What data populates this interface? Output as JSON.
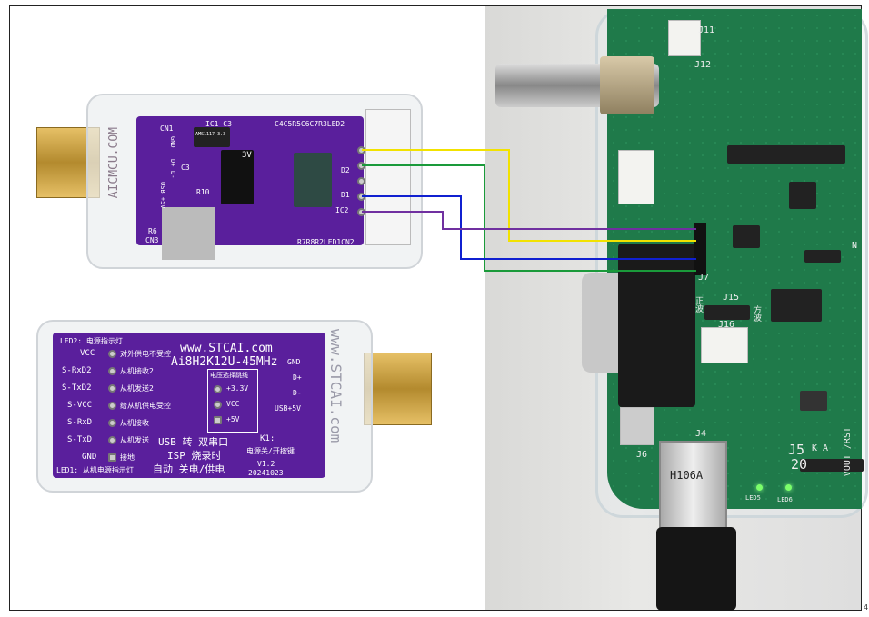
{
  "top_board": {
    "labels": {
      "cn1": "CN1",
      "gnd": "GND",
      "dplus": "D+",
      "dminus": "D-",
      "usb5v": "USB +5V",
      "c3": "C3",
      "ic1c3": "IC1 C3",
      "caps": "C4C5R5C6C7R3LED2",
      "ams": "AMS1117-3.3",
      "r10": "R10",
      "r6": "R6",
      "cn3": "CN3",
      "d2": "D2",
      "d1": "D1",
      "ic2": "IC2",
      "bottom": "R7R8R2LED1CN2",
      "v3": "3V",
      "side_url": "AICMCU.COM"
    }
  },
  "bottom_board": {
    "url": "www.STCAI.com",
    "model": "Ai8H2K12U-45MHz",
    "led2": "LED2: 电源指示灯",
    "led1": "LED1: 从机电源指示灯",
    "left_pins": [
      {
        "name": "VCC",
        "desc": "对外供电不受控"
      },
      {
        "name": "S-RxD2",
        "desc": "从机接收2"
      },
      {
        "name": "S-TxD2",
        "desc": "从机发送2"
      },
      {
        "name": "S-VCC",
        "desc": "给从机供电受控"
      },
      {
        "name": "S-RxD",
        "desc": "从机接收"
      },
      {
        "name": "S-TxD",
        "desc": "从机发送"
      },
      {
        "name": "GND",
        "desc": "接地"
      }
    ],
    "voltage_title": "电压选择跳线",
    "voltage_opts": [
      "+3.3V",
      "VCC",
      "+5V"
    ],
    "right_pins": [
      "GND",
      "D+",
      "D-",
      "USB+5V"
    ],
    "title_lines": [
      "USB 转 双串口",
      "ISP 烧录时",
      "自动 关电/供电"
    ],
    "k1": "K1:",
    "k1_desc": "电源关/开按键",
    "version": "V1.2",
    "date": "20241023",
    "side_url": "www.STCAI.com"
  },
  "right_board": {
    "labels": {
      "j15": "J15",
      "j16": "J16",
      "j7": "J7",
      "j4": "J4",
      "j6": "J6",
      "j5": "J5",
      "ka": "K A",
      "vout": "VOUT /RST",
      "h106a": "H106A",
      "j12": "J12",
      "j11": "J11",
      "n": "N",
      "zheng": "正波",
      "fang": "方波",
      "led5": "LED5",
      "led6": "LED6",
      "twenty": "20"
    }
  },
  "wires": [
    {
      "color": "#f2e200",
      "name": "yellow"
    },
    {
      "color": "#1a9a3a",
      "name": "green"
    },
    {
      "color": "#1020d0",
      "name": "blue"
    },
    {
      "color": "#7030a0",
      "name": "purple"
    }
  ],
  "page_number": "4"
}
